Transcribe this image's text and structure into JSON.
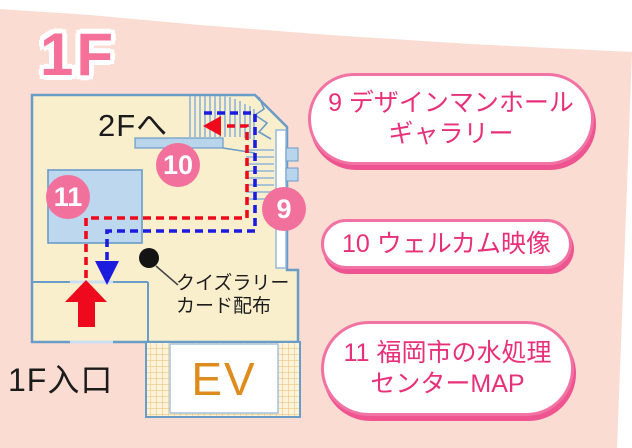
{
  "title": "1F",
  "map": {
    "labels": {
      "to_2f": "2Fへ",
      "entrance": "1F入口",
      "elevator": "EV",
      "quiz_line1": "クイズラリー",
      "quiz_line2": "カード配布"
    },
    "markers": [
      {
        "number": "9"
      },
      {
        "number": "10"
      },
      {
        "number": "11"
      }
    ]
  },
  "legend": {
    "items": [
      {
        "number": "9",
        "lines": [
          "9 デザインマンホール",
          "ギャラリー"
        ]
      },
      {
        "number": "10",
        "lines": [
          "10 ウェルカム映像"
        ]
      },
      {
        "number": "11",
        "lines": [
          "11 福岡市の水処理",
          "センターMAP"
        ]
      }
    ]
  },
  "colors": {
    "sheet_pink": "#FADCD3",
    "title_pink": "#F5719A",
    "legend_border_pink": "#F173A3",
    "legend_shadow_pink": "#EE5590",
    "legend_text_pink": "#E8307A",
    "marker_pink": "#F2719C",
    "floor_fill": "#FAEFCD",
    "floor_outline_blue": "#6A9CC8",
    "room_blue": "#BCD7EE",
    "route_red": "#EE0A1C",
    "route_blue": "#1C1CDE",
    "elevator_orange": "#DE8C1E"
  }
}
